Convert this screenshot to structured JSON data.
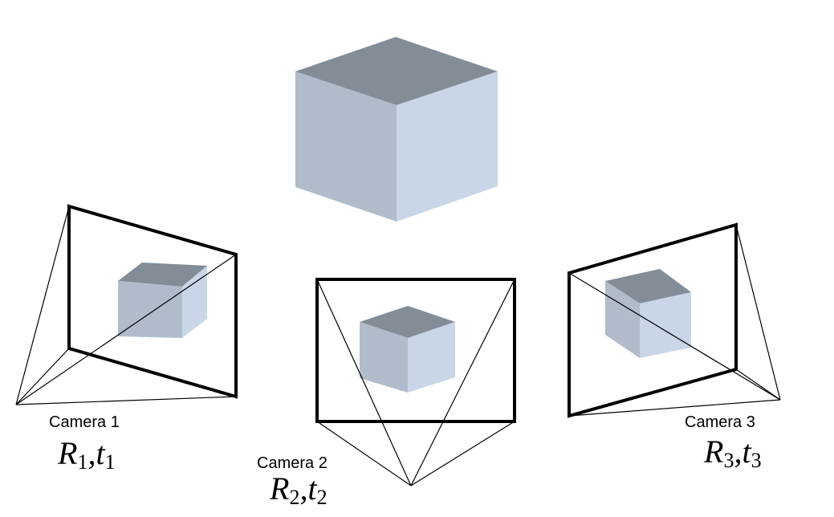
{
  "colors": {
    "cube_top": "#828d97",
    "cube_left": "#b1bccb",
    "cube_right": "#c8d6e8",
    "lines": "#000000"
  },
  "cameras": [
    {
      "label": "Camera 1",
      "rotation": "R",
      "translation": "t",
      "index": "1"
    },
    {
      "label": "Camera 2",
      "rotation": "R",
      "translation": "t",
      "index": "2"
    },
    {
      "label": "Camera 3",
      "rotation": "R",
      "translation": "t",
      "index": "3"
    }
  ]
}
